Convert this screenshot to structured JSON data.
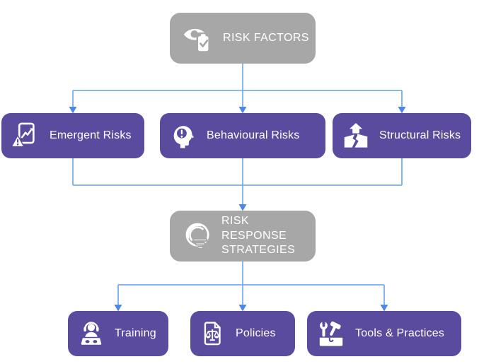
{
  "diagram_title": "Risk factors and risk response strategies flowchart",
  "colors": {
    "primary_node": "#5a4b9e",
    "secondary_node": "#a7a7a7",
    "connector": "#79adf2",
    "arrowhead": "#4d86e8",
    "text": "#ffffff",
    "background": "#ffffff"
  },
  "nodes": {
    "risk_factors": {
      "label": "RISK FACTORS",
      "icon": "eye-checklist-icon",
      "type": "secondary"
    },
    "emergent": {
      "label": "Emergent Risks",
      "icon": "alert-document-icon",
      "type": "primary"
    },
    "behavioural": {
      "label": "Behavioural Risks",
      "icon": "head-alert-icon",
      "type": "primary"
    },
    "structural": {
      "label": "Structural Risks",
      "icon": "house-earthquake-icon",
      "type": "primary"
    },
    "risk_response": {
      "label": "RISK RESPONSE STRATEGIES",
      "label_lines": [
        "RISK RESPONSE",
        "STRATEGIES"
      ],
      "icon": "mind-strategy-icon",
      "type": "secondary"
    },
    "training": {
      "label": "Training",
      "icon": "trainer-headset-icon",
      "type": "primary"
    },
    "policies": {
      "label": "Policies",
      "icon": "document-scales-icon",
      "type": "primary"
    },
    "tools": {
      "label": "Tools & Practices",
      "icon": "tools-toolbox-icon",
      "type": "primary"
    }
  },
  "edges": [
    {
      "from": "risk_factors",
      "to": "emergent"
    },
    {
      "from": "risk_factors",
      "to": "behavioural"
    },
    {
      "from": "risk_factors",
      "to": "structural"
    },
    {
      "from": "emergent",
      "to": "risk_response"
    },
    {
      "from": "behavioural",
      "to": "risk_response"
    },
    {
      "from": "structural",
      "to": "risk_response"
    },
    {
      "from": "risk_response",
      "to": "training"
    },
    {
      "from": "risk_response",
      "to": "policies"
    },
    {
      "from": "risk_response",
      "to": "tools"
    }
  ]
}
